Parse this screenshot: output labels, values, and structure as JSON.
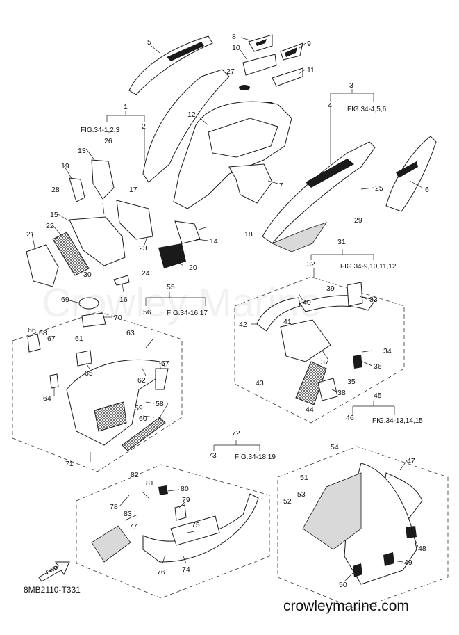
{
  "callouts": [
    "1",
    "2",
    "3",
    "4",
    "5",
    "6",
    "7",
    "8",
    "9",
    "10",
    "11",
    "12",
    "13",
    "14",
    "15",
    "16",
    "17",
    "18",
    "19",
    "20",
    "21",
    "22",
    "23",
    "24",
    "25",
    "26",
    "27",
    "28",
    "29",
    "30",
    "31",
    "32",
    "33",
    "34",
    "35",
    "36",
    "37",
    "38",
    "39",
    "40",
    "41",
    "42",
    "43",
    "44",
    "45",
    "46",
    "47",
    "48",
    "49",
    "50",
    "51",
    "52",
    "53",
    "54",
    "55",
    "56",
    "57",
    "58",
    "59",
    "60",
    "61",
    "62",
    "63",
    "64",
    "65",
    "66",
    "67",
    "68",
    "69",
    "70",
    "71",
    "72",
    "73",
    "74",
    "75",
    "76",
    "77",
    "78",
    "79",
    "80",
    "81",
    "82",
    "83"
  ],
  "figure_refs": {
    "fig_1": "FIG.34-1,2,3",
    "fig_3": "FIG.34-4,5,6",
    "fig_31": "FIG.34-9,10,11,12",
    "fig_45": "FIG.34-13,14,15",
    "fig_55": "FIG.34-16,17",
    "fig_72": "FIG.34-18,19"
  },
  "direction_label": "FWD",
  "diagram_code": "8MB2110-T331",
  "website": "crowleymarine.com",
  "watermark": "Crowley Marine",
  "colors": {
    "ink": "#1a1a1a",
    "background": "#ffffff"
  }
}
